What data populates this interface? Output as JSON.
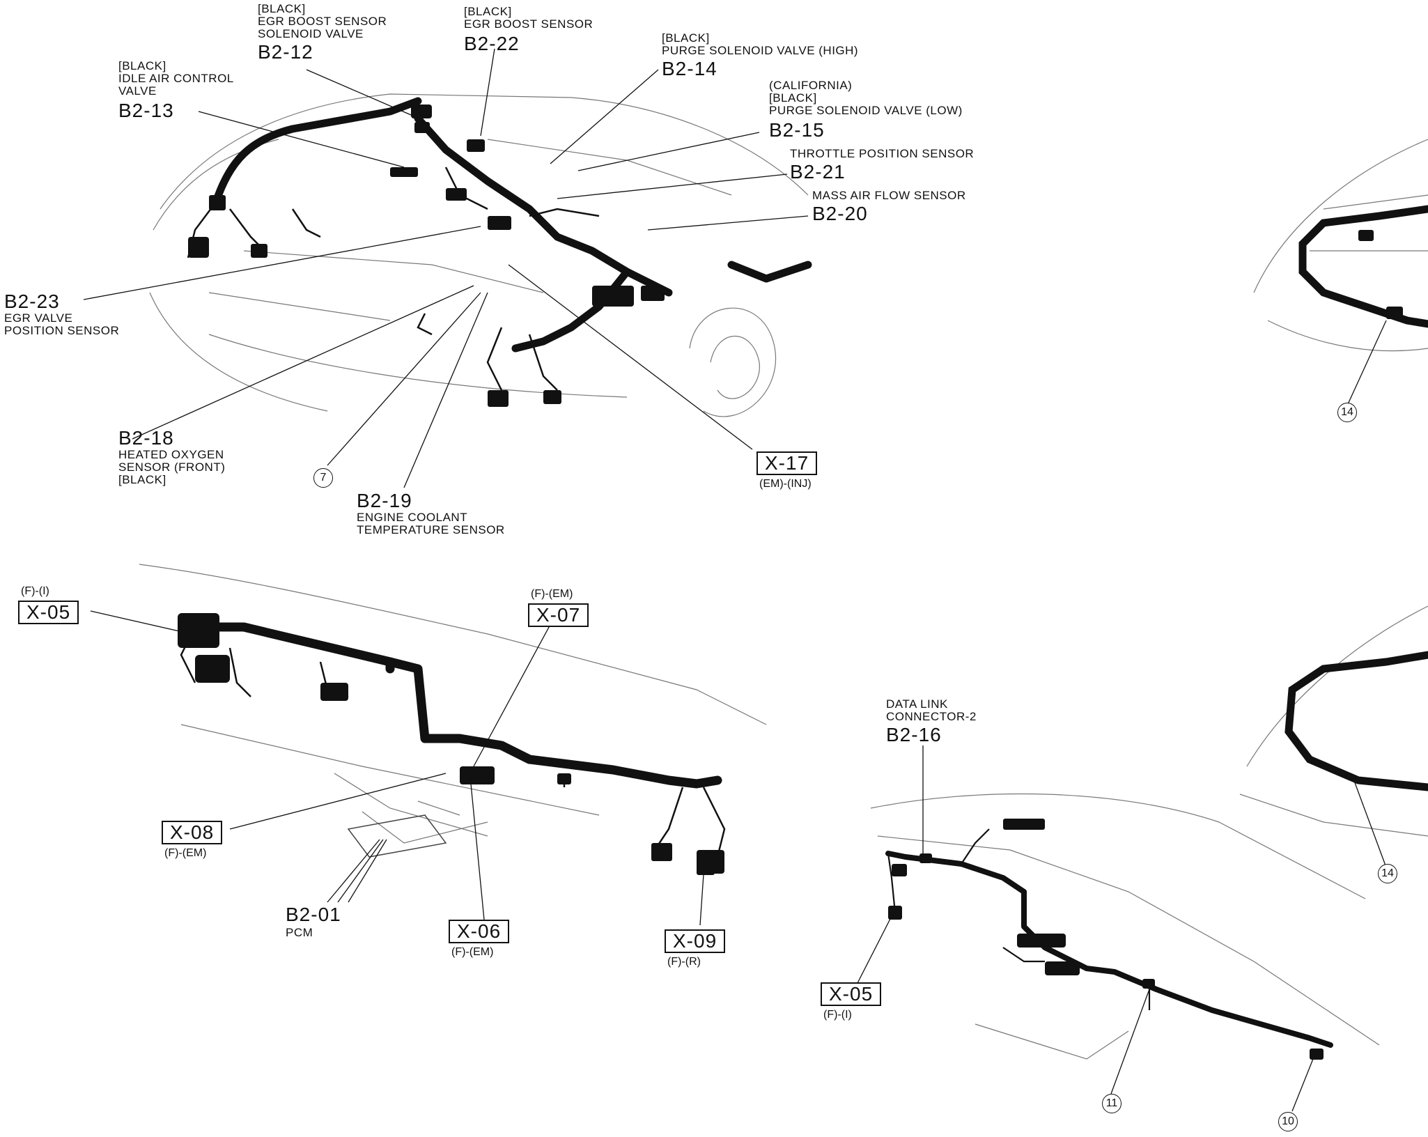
{
  "top_left": {
    "b2_12": {
      "color": "[BLACK]",
      "name_line1": "EGR BOOST SENSOR",
      "name_line2": "SOLENOID VALVE",
      "code": "B2-12"
    },
    "b2_22": {
      "color": "[BLACK]",
      "name": "EGR BOOST SENSOR",
      "code": "B2-22"
    },
    "b2_14": {
      "color": "[BLACK]",
      "name": "PURGE SOLENOID VALVE (HIGH)",
      "code": "B2-14"
    },
    "b2_15": {
      "region": "(CALIFORNIA)",
      "color": "[BLACK]",
      "name": "PURGE SOLENOID VALVE (LOW)",
      "code": "B2-15"
    },
    "b2_21": {
      "name": "THROTTLE POSITION SENSOR",
      "code": "B2-21"
    },
    "b2_20": {
      "name": "MASS AIR FLOW SENSOR",
      "code": "B2-20"
    },
    "b2_13": {
      "color": "[BLACK]",
      "name_line1": "IDLE AIR CONTROL",
      "name_line2": "VALVE",
      "code": "B2-13"
    },
    "b2_23": {
      "code": "B2-23",
      "name_line1": "EGR VALVE",
      "name_line2": "POSITION SENSOR"
    },
    "b2_18": {
      "code": "B2-18",
      "name_line1": "HEATED OXYGEN",
      "name_line2": "SENSOR (FRONT)",
      "color": "[BLACK]"
    },
    "callout_7": "7",
    "b2_19": {
      "code": "B2-19",
      "name_line1": "ENGINE COOLANT",
      "name_line2": "TEMPERATURE SENSOR"
    },
    "x_17": {
      "code": "X-17",
      "sub": "(EM)-(INJ)"
    }
  },
  "top_right": {
    "callout_14": "14"
  },
  "bottom_left": {
    "x_05": {
      "sub": "(F)-(I)",
      "code": "X-05"
    },
    "x_07": {
      "sub": "(F)-(EM)",
      "code": "X-07"
    },
    "x_08": {
      "code": "X-08",
      "sub": "(F)-(EM)"
    },
    "b2_01": {
      "code": "B2-01",
      "name": "PCM"
    },
    "x_06": {
      "code": "X-06",
      "sub": "(F)-(EM)"
    },
    "x_09": {
      "code": "X-09",
      "sub": "(F)-(R)"
    }
  },
  "bottom_center": {
    "b2_16": {
      "name_line1": "DATA LINK",
      "name_line2": "CONNECTOR-2",
      "code": "B2-16"
    },
    "x_05": {
      "code": "X-05",
      "sub": "(F)-(I)"
    },
    "callout_11": "11",
    "callout_10": "10"
  },
  "bottom_right": {
    "callout_14": "14"
  }
}
